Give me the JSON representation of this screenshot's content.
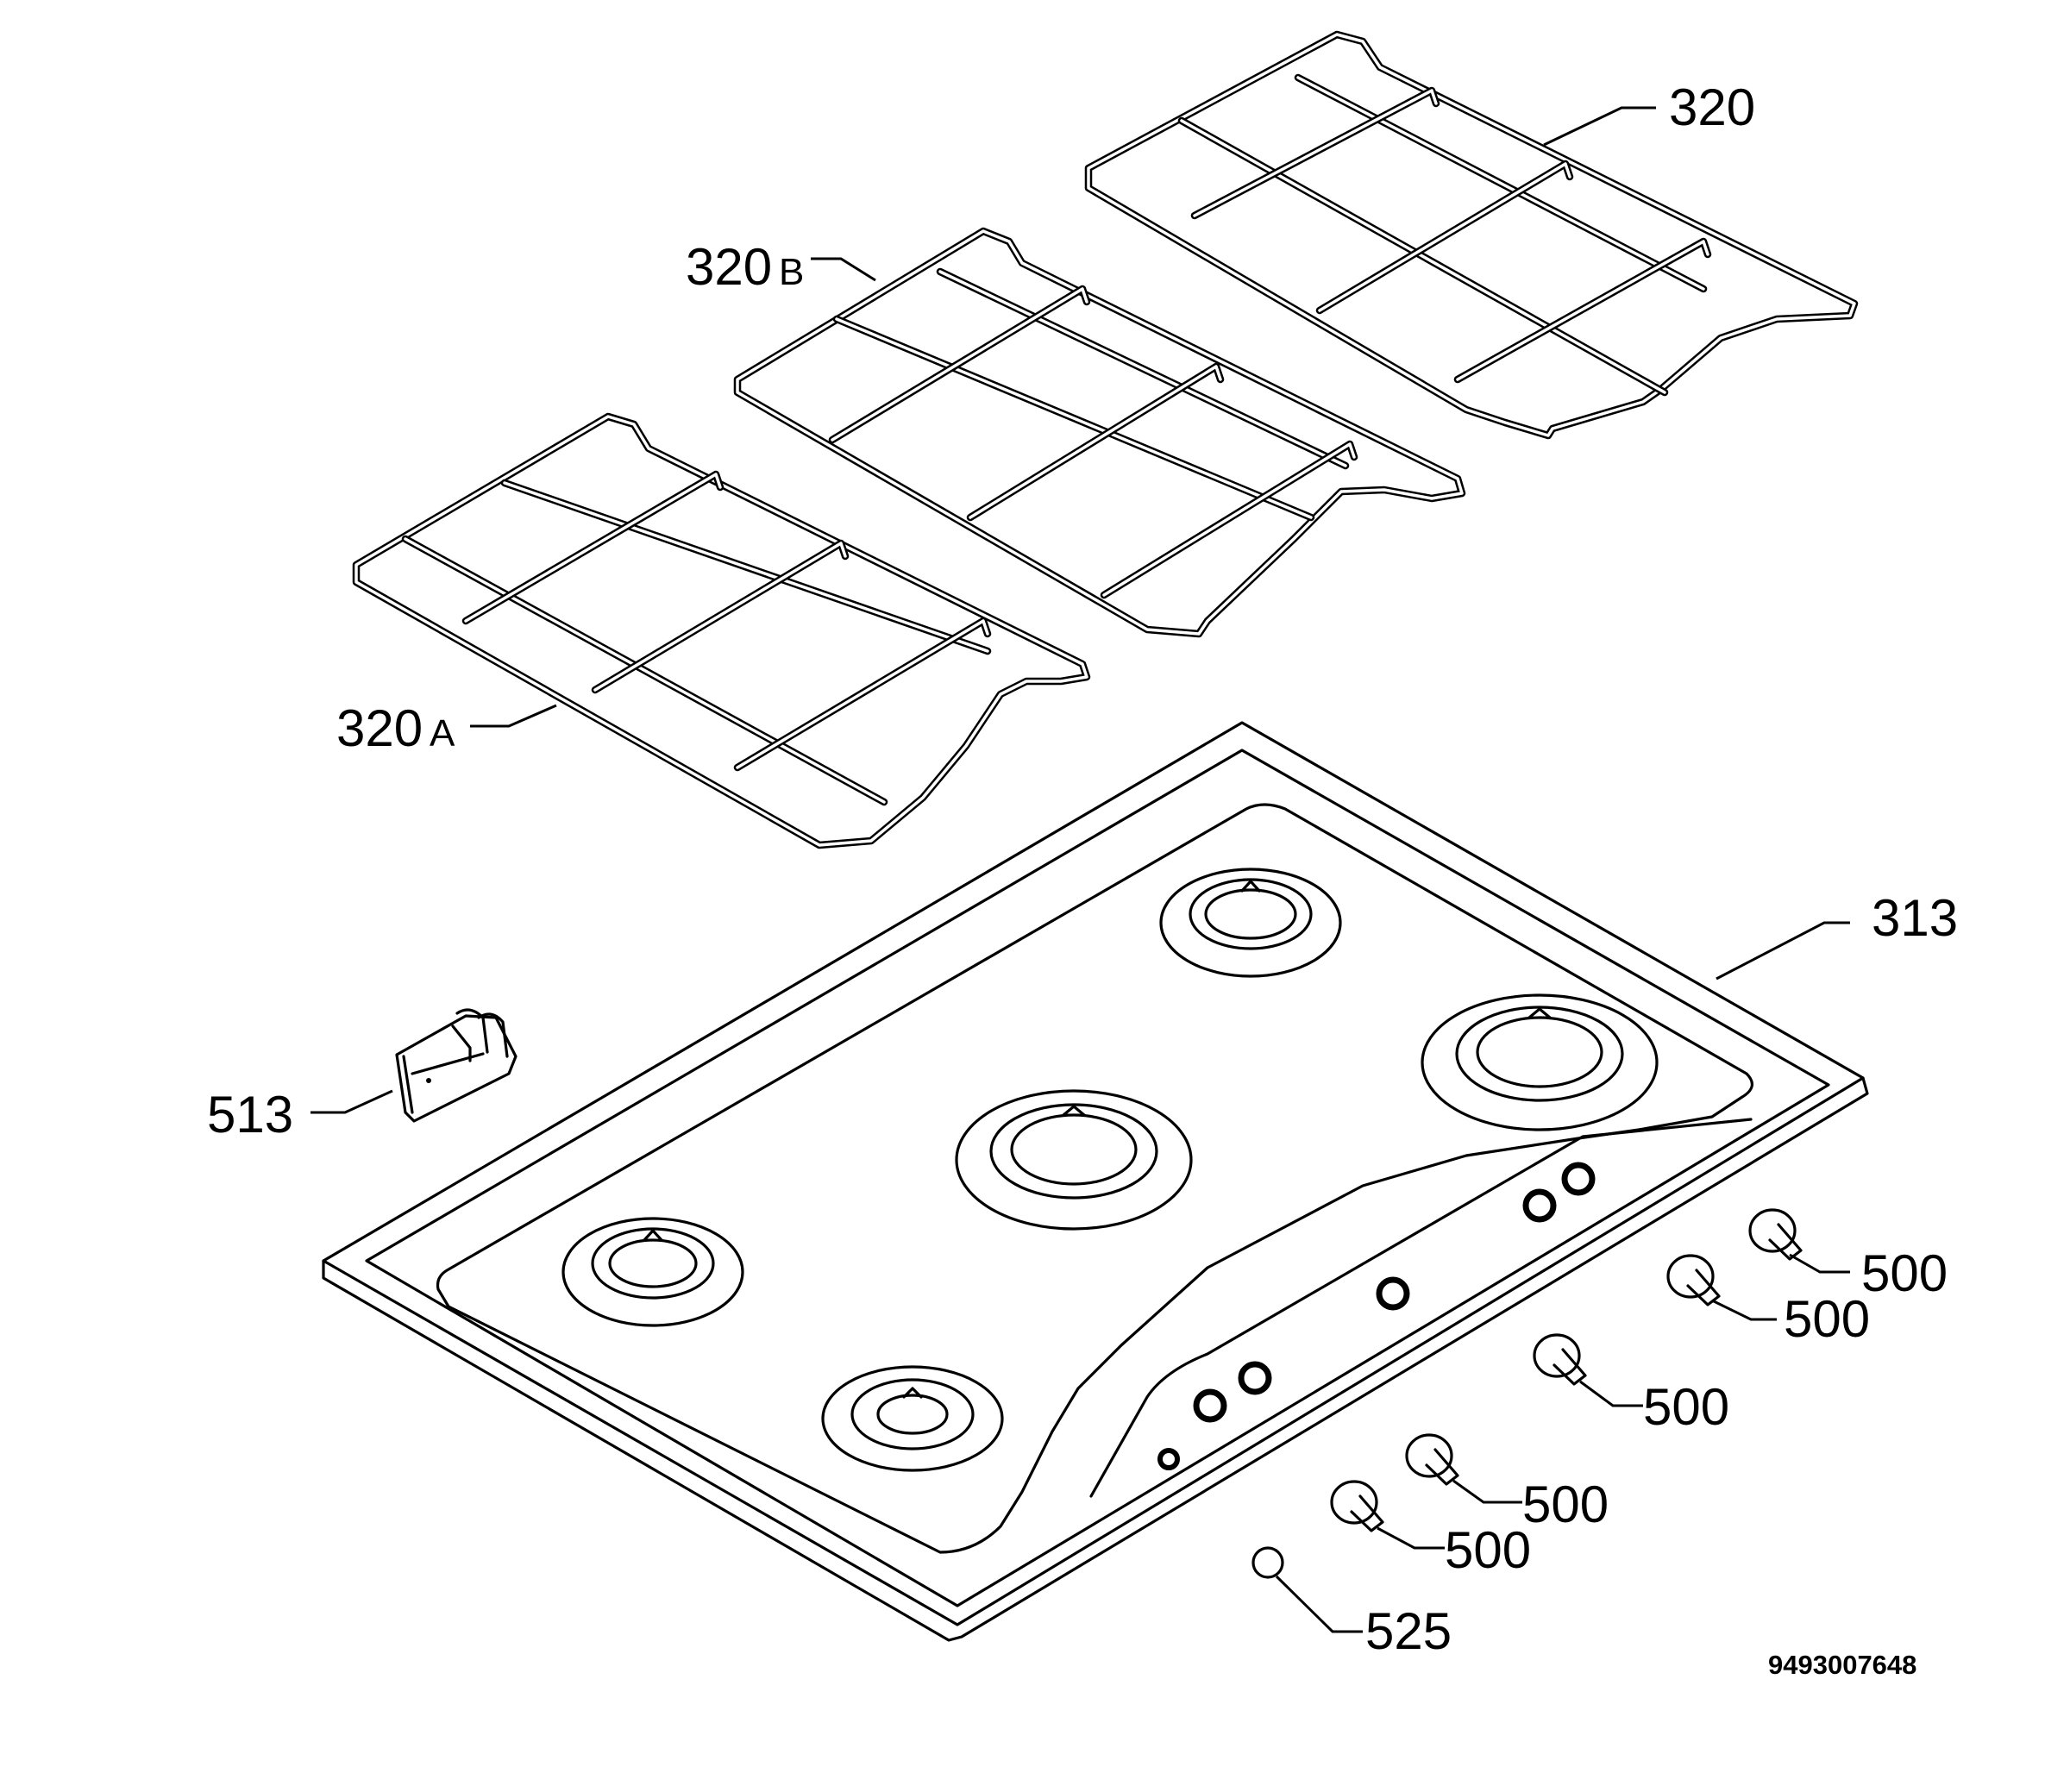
{
  "callouts": {
    "grate_right": "320",
    "grate_middle_num": "320",
    "grate_middle_suffix": "B",
    "grate_left_num": "320",
    "grate_left_suffix": "A",
    "hob_top": "313",
    "bracket": "513",
    "knob_1": "500",
    "knob_2": "500",
    "knob_3": "500",
    "knob_4": "500",
    "knob_5": "500",
    "button": "525"
  },
  "document_number": "9493007648"
}
